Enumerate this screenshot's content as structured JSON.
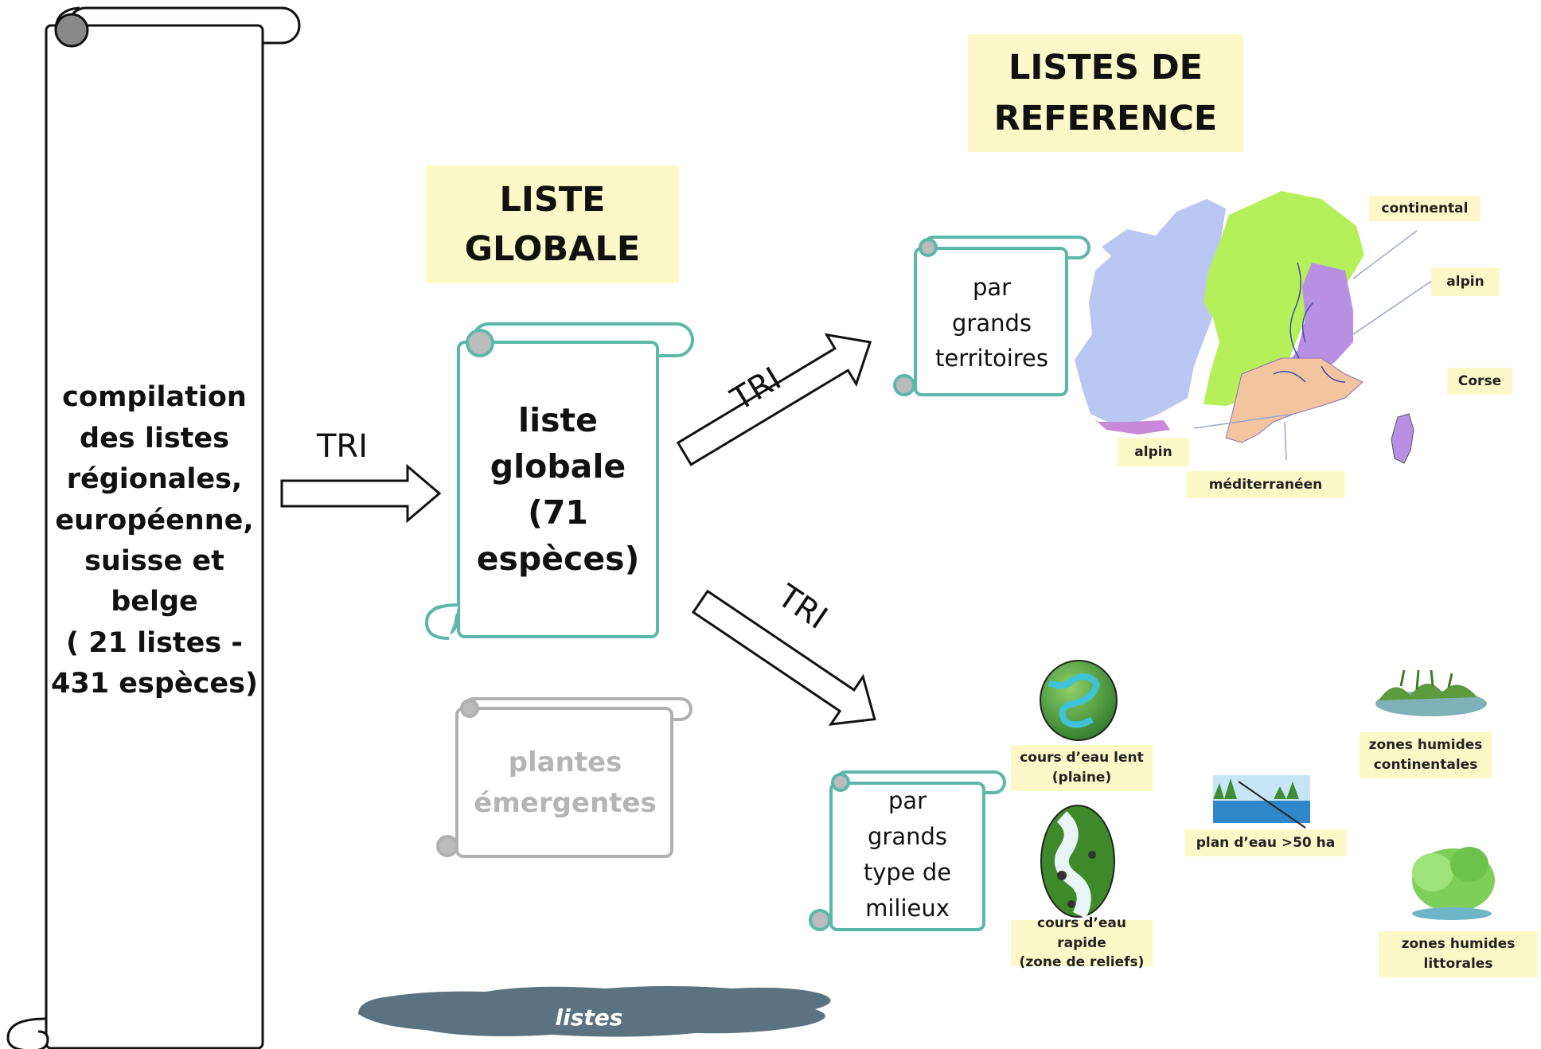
{
  "compilation": {
    "text": "compilation\ndes listes\nrégionales,\neuropéenne,\nsuisse et\nbelge\n( 21 listes -\n431 espèces)"
  },
  "tri_labels": {
    "main": "TRI",
    "upper": "TRI",
    "lower": "TRI"
  },
  "liste_globale": {
    "heading": "LISTE\nGLOBALE",
    "scroll_text": "liste\nglobale\n(71\nespèces)"
  },
  "plantes": {
    "text": "plantes\némergentes"
  },
  "listes_reference": {
    "heading": "LISTES DE\nREFERENCE"
  },
  "territoires": {
    "scroll_text": "par\ngrands\nterritoires",
    "labels": {
      "continental": "continental",
      "alpin_east": "alpin",
      "corse": "Corse",
      "alpin_south": "alpin",
      "mediterraneen": "méditerranéen"
    }
  },
  "milieux": {
    "scroll_text": "par\ngrands\ntype de\nmilieux",
    "labels": {
      "cours_lent": "cours d’eau lent\n(plaine)",
      "cours_rapide": "cours d’eau rapide\n(zone de reliefs)",
      "plan_eau": "plan d’eau >50 ha",
      "zh_continentales": "zones humides\ncontinentales",
      "zh_littorales": "zones humides\nlittorales"
    }
  },
  "footer": {
    "label": "listes"
  },
  "colors": {
    "teal": "#5bb8a8",
    "grey_scroll": "#b0b0b0",
    "heading_bg": "#fdf8c8",
    "footer_cloud": "#5b7380"
  }
}
